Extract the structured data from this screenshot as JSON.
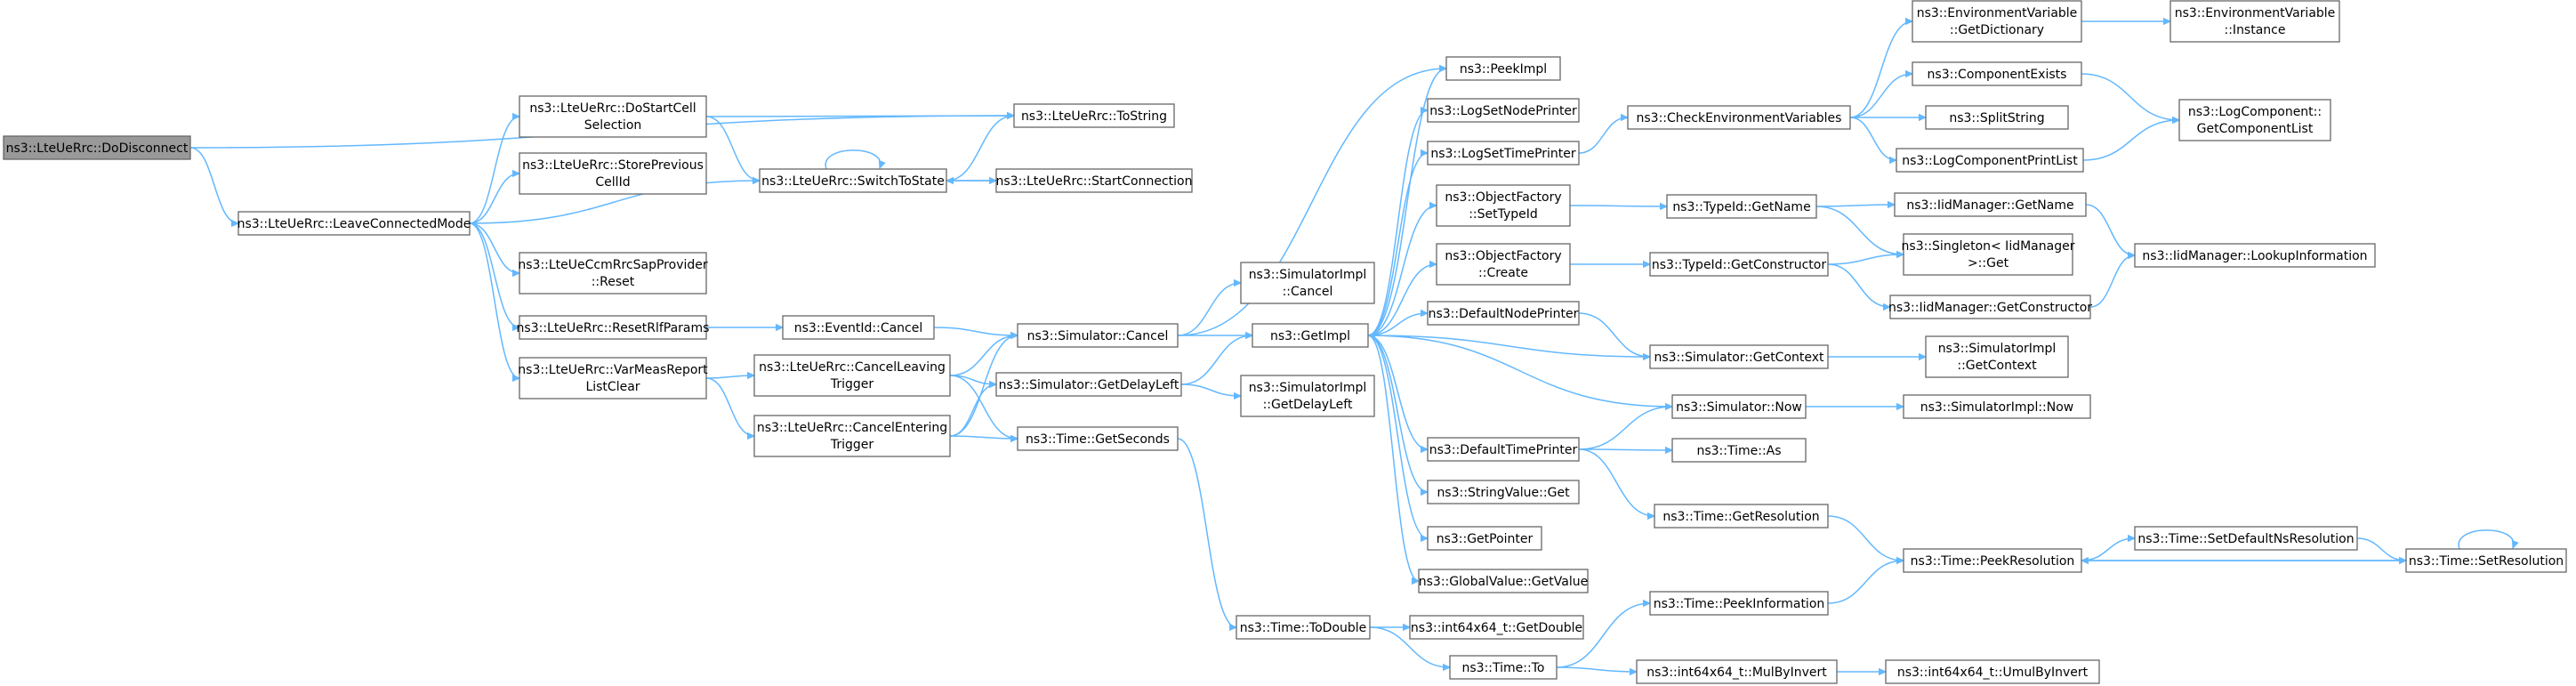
{
  "graph": {
    "title": "",
    "colors": {
      "edge": "#63b8ff",
      "node_border": "#666666",
      "node_fill": "#ffffff",
      "current_fill": "#999999"
    },
    "nodes": [
      {
        "id": "n0",
        "lines": [
          "ns3::LteUeRrc::DoDisconnect"
        ],
        "current": true
      },
      {
        "id": "n1",
        "lines": [
          "ns3::LteUeRrc::LeaveConnectedMode"
        ]
      },
      {
        "id": "n2",
        "lines": [
          "ns3::LteUeRrc::ToString"
        ]
      },
      {
        "id": "n3",
        "lines": [
          "ns3::LteUeRrc::DoStartCell",
          "Selection"
        ]
      },
      {
        "id": "n4",
        "lines": [
          "ns3::LteUeRrc::StorePrevious",
          "CellId"
        ]
      },
      {
        "id": "n5",
        "lines": [
          "ns3::LteUeRrc::SwitchToState"
        ]
      },
      {
        "id": "n6",
        "lines": [
          "ns3::LteUeCcmRrcSapProvider",
          "::Reset"
        ]
      },
      {
        "id": "n7",
        "lines": [
          "ns3::LteUeRrc::ResetRlfParams"
        ]
      },
      {
        "id": "n8",
        "lines": [
          "ns3::LteUeRrc::VarMeasReport",
          "ListClear"
        ]
      },
      {
        "id": "n9",
        "lines": [
          "ns3::LteUeRrc::StartConnection"
        ]
      },
      {
        "id": "n10",
        "lines": [
          "ns3::EventId::Cancel"
        ]
      },
      {
        "id": "n11",
        "lines": [
          "ns3::LteUeRrc::CancelLeaving",
          "Trigger"
        ]
      },
      {
        "id": "n12",
        "lines": [
          "ns3::LteUeRrc::CancelEntering",
          "Trigger"
        ]
      },
      {
        "id": "n13",
        "lines": [
          "ns3::Simulator::Cancel"
        ]
      },
      {
        "id": "n14",
        "lines": [
          "ns3::Simulator::GetDelayLeft"
        ]
      },
      {
        "id": "n15",
        "lines": [
          "ns3::Time::GetSeconds"
        ]
      },
      {
        "id": "n16",
        "lines": [
          "ns3::SimulatorImpl",
          "::Cancel"
        ]
      },
      {
        "id": "n17",
        "lines": [
          "ns3::GetImpl"
        ]
      },
      {
        "id": "n18",
        "lines": [
          "ns3::SimulatorImpl",
          "::GetDelayLeft"
        ]
      },
      {
        "id": "n19",
        "lines": [
          "ns3::Time::ToDouble"
        ]
      },
      {
        "id": "n20",
        "lines": [
          "ns3::PeekImpl"
        ]
      },
      {
        "id": "n21",
        "lines": [
          "ns3::LogSetNodePrinter"
        ]
      },
      {
        "id": "n22",
        "lines": [
          "ns3::LogSetTimePrinter"
        ]
      },
      {
        "id": "n23",
        "lines": [
          "ns3::ObjectFactory",
          "::SetTypeId"
        ]
      },
      {
        "id": "n24",
        "lines": [
          "ns3::ObjectFactory",
          "::Create"
        ]
      },
      {
        "id": "n25",
        "lines": [
          "ns3::DefaultNodePrinter"
        ]
      },
      {
        "id": "n26",
        "lines": [
          "ns3::DefaultTimePrinter"
        ]
      },
      {
        "id": "n27",
        "lines": [
          "ns3::StringValue::Get"
        ]
      },
      {
        "id": "n28",
        "lines": [
          "ns3::GetPointer"
        ]
      },
      {
        "id": "n29",
        "lines": [
          "ns3::GlobalValue::GetValue"
        ]
      },
      {
        "id": "n30",
        "lines": [
          "ns3::int64x64_t::GetDouble"
        ]
      },
      {
        "id": "n31",
        "lines": [
          "ns3::Time::To"
        ]
      },
      {
        "id": "n32",
        "lines": [
          "ns3::CheckEnvironmentVariables"
        ]
      },
      {
        "id": "n33",
        "lines": [
          "ns3::TypeId::GetName"
        ]
      },
      {
        "id": "n34",
        "lines": [
          "ns3::TypeId::GetConstructor"
        ]
      },
      {
        "id": "n35",
        "lines": [
          "ns3::Simulator::GetContext"
        ]
      },
      {
        "id": "n36",
        "lines": [
          "ns3::Simulator::Now"
        ]
      },
      {
        "id": "n37",
        "lines": [
          "ns3::Time::As"
        ]
      },
      {
        "id": "n38",
        "lines": [
          "ns3::Time::GetResolution"
        ]
      },
      {
        "id": "n39",
        "lines": [
          "ns3::Time::PeekInformation"
        ]
      },
      {
        "id": "n40",
        "lines": [
          "ns3::int64x64_t::MulByInvert"
        ]
      },
      {
        "id": "n41",
        "lines": [
          "ns3::EnvironmentVariable",
          "::GetDictionary"
        ]
      },
      {
        "id": "n42",
        "lines": [
          "ns3::ComponentExists"
        ]
      },
      {
        "id": "n43",
        "lines": [
          "ns3::SplitString"
        ]
      },
      {
        "id": "n44",
        "lines": [
          "ns3::LogComponentPrintList"
        ]
      },
      {
        "id": "n45",
        "lines": [
          "ns3::IidManager::GetName"
        ]
      },
      {
        "id": "n46",
        "lines": [
          "ns3::Singleton< IidManager",
          ">::Get"
        ]
      },
      {
        "id": "n47",
        "lines": [
          "ns3::IidManager::GetConstructor"
        ]
      },
      {
        "id": "n48",
        "lines": [
          "ns3::SimulatorImpl",
          "::GetContext"
        ]
      },
      {
        "id": "n49",
        "lines": [
          "ns3::SimulatorImpl::Now"
        ]
      },
      {
        "id": "n50",
        "lines": [
          "ns3::Time::PeekResolution"
        ]
      },
      {
        "id": "n51",
        "lines": [
          "ns3::int64x64_t::UmulByInvert"
        ]
      },
      {
        "id": "n52",
        "lines": [
          "ns3::EnvironmentVariable",
          "::Instance"
        ]
      },
      {
        "id": "n53",
        "lines": [
          "ns3::LogComponent::",
          "GetComponentList"
        ]
      },
      {
        "id": "n54",
        "lines": [
          "ns3::IidManager::LookupInformation"
        ]
      },
      {
        "id": "n55",
        "lines": [
          "ns3::Time::SetDefaultNsResolution"
        ]
      },
      {
        "id": "n56",
        "lines": [
          "ns3::Time::SetResolution"
        ]
      }
    ],
    "edges": [
      [
        "n0",
        "n1"
      ],
      [
        "n0",
        "n2"
      ],
      [
        "n1",
        "n3"
      ],
      [
        "n1",
        "n4"
      ],
      [
        "n1",
        "n5"
      ],
      [
        "n1",
        "n6"
      ],
      [
        "n1",
        "n7"
      ],
      [
        "n1",
        "n8"
      ],
      [
        "n3",
        "n2"
      ],
      [
        "n3",
        "n5"
      ],
      [
        "n5",
        "n2"
      ],
      [
        "n5",
        "n5"
      ],
      [
        "n5",
        "n9"
      ],
      [
        "n9",
        "n5"
      ],
      [
        "n7",
        "n10"
      ],
      [
        "n10",
        "n13"
      ],
      [
        "n8",
        "n11"
      ],
      [
        "n8",
        "n12"
      ],
      [
        "n11",
        "n13"
      ],
      [
        "n11",
        "n14"
      ],
      [
        "n11",
        "n15"
      ],
      [
        "n12",
        "n13"
      ],
      [
        "n12",
        "n14"
      ],
      [
        "n12",
        "n15"
      ],
      [
        "n13",
        "n20"
      ],
      [
        "n13",
        "n16"
      ],
      [
        "n13",
        "n17"
      ],
      [
        "n14",
        "n17"
      ],
      [
        "n14",
        "n18"
      ],
      [
        "n15",
        "n19"
      ],
      [
        "n17",
        "n20"
      ],
      [
        "n17",
        "n21"
      ],
      [
        "n17",
        "n22"
      ],
      [
        "n17",
        "n23"
      ],
      [
        "n17",
        "n24"
      ],
      [
        "n17",
        "n25"
      ],
      [
        "n17",
        "n26"
      ],
      [
        "n17",
        "n27"
      ],
      [
        "n17",
        "n28"
      ],
      [
        "n17",
        "n29"
      ],
      [
        "n22",
        "n32"
      ],
      [
        "n23",
        "n33"
      ],
      [
        "n24",
        "n34"
      ],
      [
        "n25",
        "n35"
      ],
      [
        "n26",
        "n36"
      ],
      [
        "n26",
        "n37"
      ],
      [
        "n26",
        "n38"
      ],
      [
        "n19",
        "n30"
      ],
      [
        "n19",
        "n31"
      ],
      [
        "n31",
        "n39"
      ],
      [
        "n31",
        "n40"
      ],
      [
        "n32",
        "n41"
      ],
      [
        "n32",
        "n42"
      ],
      [
        "n32",
        "n43"
      ],
      [
        "n32",
        "n44"
      ],
      [
        "n33",
        "n45"
      ],
      [
        "n33",
        "n46"
      ],
      [
        "n34",
        "n46"
      ],
      [
        "n34",
        "n47"
      ],
      [
        "n35",
        "n17"
      ],
      [
        "n35",
        "n48"
      ],
      [
        "n36",
        "n17"
      ],
      [
        "n36",
        "n49"
      ],
      [
        "n38",
        "n50"
      ],
      [
        "n39",
        "n50"
      ],
      [
        "n40",
        "n51"
      ],
      [
        "n41",
        "n52"
      ],
      [
        "n42",
        "n53"
      ],
      [
        "n44",
        "n53"
      ],
      [
        "n45",
        "n54"
      ],
      [
        "n47",
        "n54"
      ],
      [
        "n50",
        "n55"
      ],
      [
        "n50",
        "n56"
      ],
      [
        "n55",
        "n56"
      ],
      [
        "n56",
        "n50"
      ],
      [
        "n56",
        "n56"
      ]
    ]
  }
}
